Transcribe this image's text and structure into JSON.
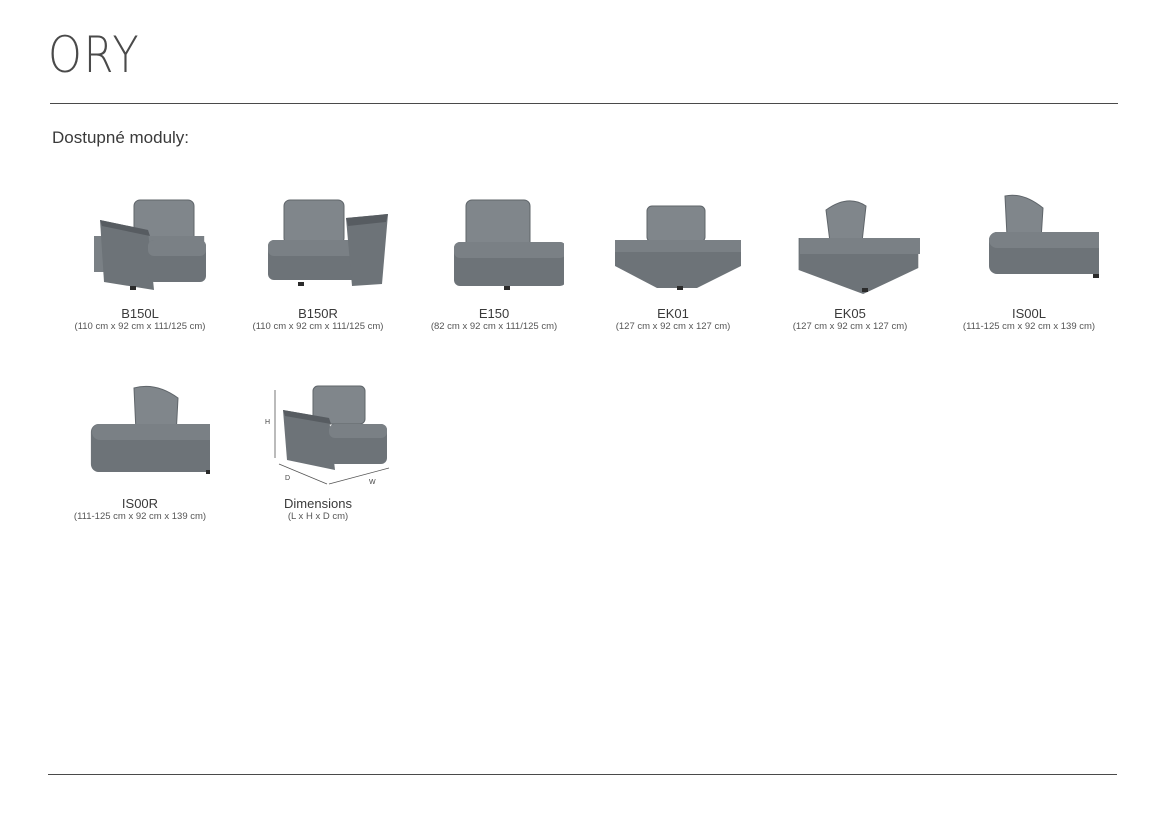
{
  "header": {
    "title": "ORY"
  },
  "subtitle": "Dostupné moduly:",
  "modules": [
    {
      "name": "B150L",
      "dims": "(110 cm x 92 cm x 111/125 cm)"
    },
    {
      "name": "B150R",
      "dims": "(110 cm x 92 cm x 111/125 cm)"
    },
    {
      "name": "E150",
      "dims": "(82 cm x 92 cm x 111/125 cm)"
    },
    {
      "name": "EK01",
      "dims": "(127 cm x 92 cm x 127 cm)"
    },
    {
      "name": "EK05",
      "dims": "(127 cm x 92 cm x 127 cm)"
    },
    {
      "name": "IS00L",
      "dims": "(111-125 cm x 92 cm x 139 cm)"
    },
    {
      "name": "IS00R",
      "dims": "(111-125 cm x 92 cm x 139 cm)"
    },
    {
      "name": "Dimensions",
      "dims": "(L x H x D cm)"
    }
  ],
  "dimension_labels": {
    "h": "H",
    "d": "D",
    "w": "W"
  },
  "colors": {
    "fabric": "#6d7378",
    "rule": "#4a4a4a"
  }
}
